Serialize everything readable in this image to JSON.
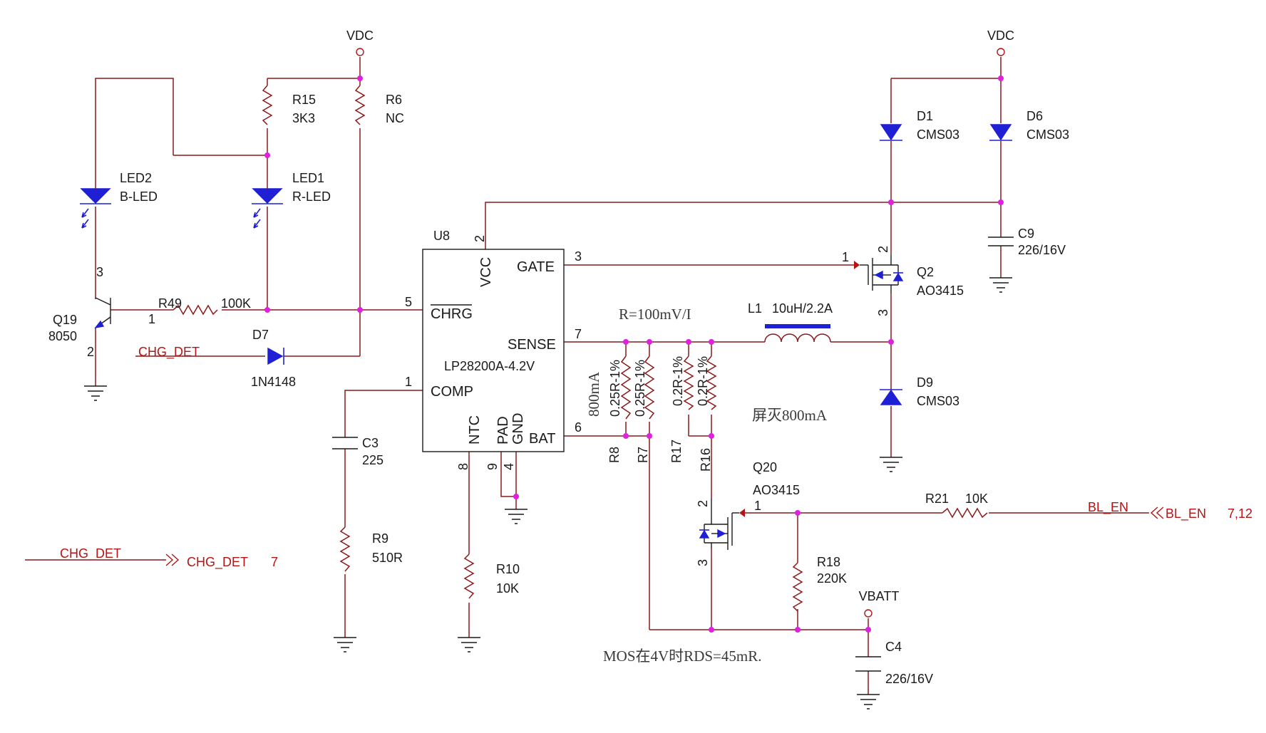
{
  "power": {
    "vdc": "VDC",
    "vbatt": "VBATT"
  },
  "u8": {
    "ref": "U8",
    "part": "LP28200A-4.2V",
    "pins": {
      "vcc": "VCC",
      "gate": "GATE",
      "chrg": "CHRG",
      "sense": "SENSE",
      "comp": "COMP",
      "ntc": "NTC",
      "pad": "PAD",
      "gnd": "GND",
      "bat": "BAT"
    },
    "pin_numbers": {
      "vcc": "2",
      "gate": "3",
      "chrg": "5",
      "sense": "7",
      "comp": "1",
      "bat": "6",
      "ntc": "8",
      "pad": "9",
      "gnd": "4"
    }
  },
  "components": {
    "r15": {
      "ref": "R15",
      "value": "3K3"
    },
    "r6": {
      "ref": "R6",
      "value": "NC"
    },
    "led2": {
      "ref": "LED2",
      "value": "B-LED"
    },
    "led1": {
      "ref": "LED1",
      "value": "R-LED"
    },
    "q19": {
      "ref": "Q19",
      "value": "8050",
      "pin_c": "3",
      "pin_b": "1",
      "pin_e": "2"
    },
    "r49": {
      "ref": "R49",
      "value": "100K"
    },
    "d7": {
      "ref": "D7",
      "value": "1N4148"
    },
    "c3": {
      "ref": "C3",
      "value": "225"
    },
    "r9": {
      "ref": "R9",
      "value": "510R"
    },
    "r10": {
      "ref": "R10",
      "value": "10K"
    },
    "d1": {
      "ref": "D1",
      "value": "CMS03"
    },
    "d6": {
      "ref": "D6",
      "value": "CMS03"
    },
    "c9": {
      "ref": "C9",
      "value": "226/16V"
    },
    "q2": {
      "ref": "Q2",
      "value": "AO3415",
      "pin_g": "1",
      "pin_s": "2",
      "pin_d": "3"
    },
    "l1": {
      "ref": "L1",
      "value": "10uH/2.2A"
    },
    "d9": {
      "ref": "D9",
      "value": "CMS03"
    },
    "r8": {
      "ref": "R8",
      "value": "0.25R-1%"
    },
    "r7": {
      "ref": "R7",
      "value": "0.25R-1%"
    },
    "r17": {
      "ref": "R17",
      "value": "0.2R-1%"
    },
    "r16": {
      "ref": "R16",
      "value": "0.2R-1%"
    },
    "q20": {
      "ref": "Q20",
      "value": "AO3415",
      "pin_g": "1",
      "pin_s": "2",
      "pin_d": "3"
    },
    "r21": {
      "ref": "R21",
      "value": "10K"
    },
    "r18": {
      "ref": "R18",
      "value": "220K"
    },
    "c4": {
      "ref": "C4",
      "value": "226/16V"
    }
  },
  "nets": {
    "chg_det_wire": "CHG_DET",
    "chg_det_port": "CHG_DET",
    "chg_det_page": "7",
    "bl_en_wire": "BL_EN",
    "bl_en_port": "BL_EN",
    "bl_en_page": "7,12"
  },
  "notes": {
    "sense_ratio": "R=100mV/I",
    "current_800": "800mA",
    "screen_off": "屏灭800mA",
    "mos_rds": "MOS在4V时RDS=45mR."
  }
}
